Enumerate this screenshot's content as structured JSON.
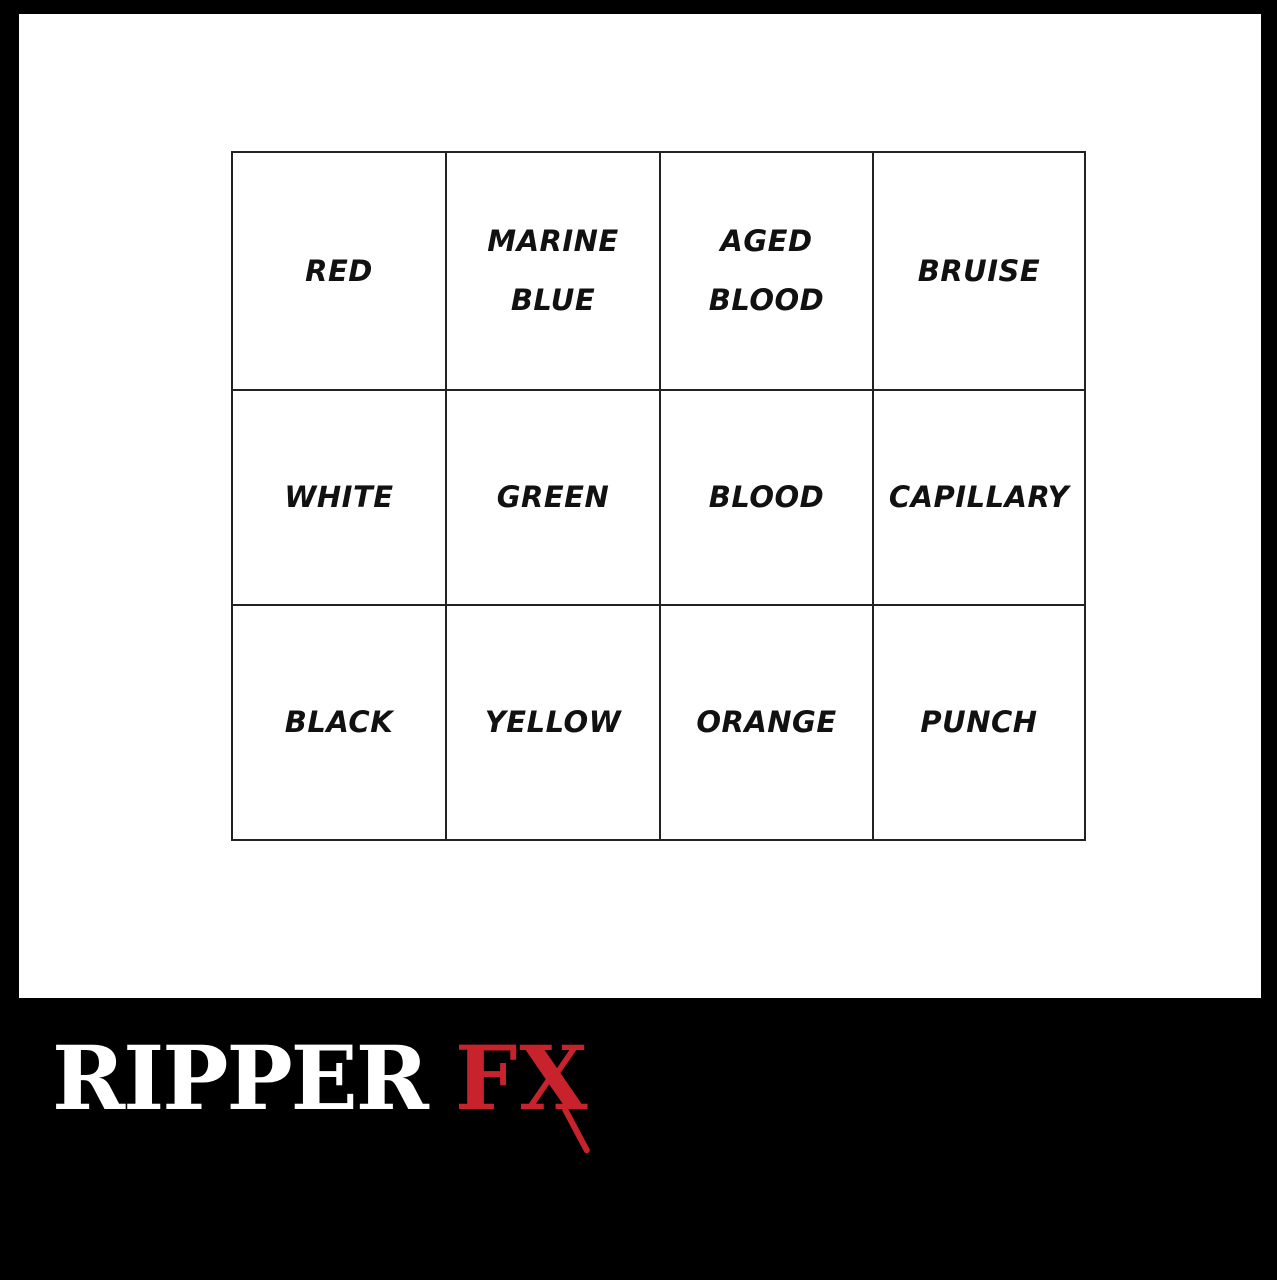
{
  "swatches": [
    {
      "lines": [
        "RED"
      ]
    },
    {
      "lines": [
        "MARINE",
        "BLUE"
      ]
    },
    {
      "lines": [
        "AGED",
        "BLOOD"
      ]
    },
    {
      "lines": [
        "BRUISE"
      ]
    },
    {
      "lines": [
        "WHITE"
      ]
    },
    {
      "lines": [
        "GREEN"
      ]
    },
    {
      "lines": [
        "BLOOD"
      ]
    },
    {
      "lines": [
        "CAPILLARY"
      ]
    },
    {
      "lines": [
        "BLACK"
      ]
    },
    {
      "lines": [
        "YELLOW"
      ]
    },
    {
      "lines": [
        "ORANGE"
      ]
    },
    {
      "lines": [
        "PUNCH"
      ]
    }
  ],
  "brand": {
    "part1": "RIPPER",
    "part2": "FX",
    "color_white": "#ffffff",
    "color_red": "#c8232c"
  }
}
